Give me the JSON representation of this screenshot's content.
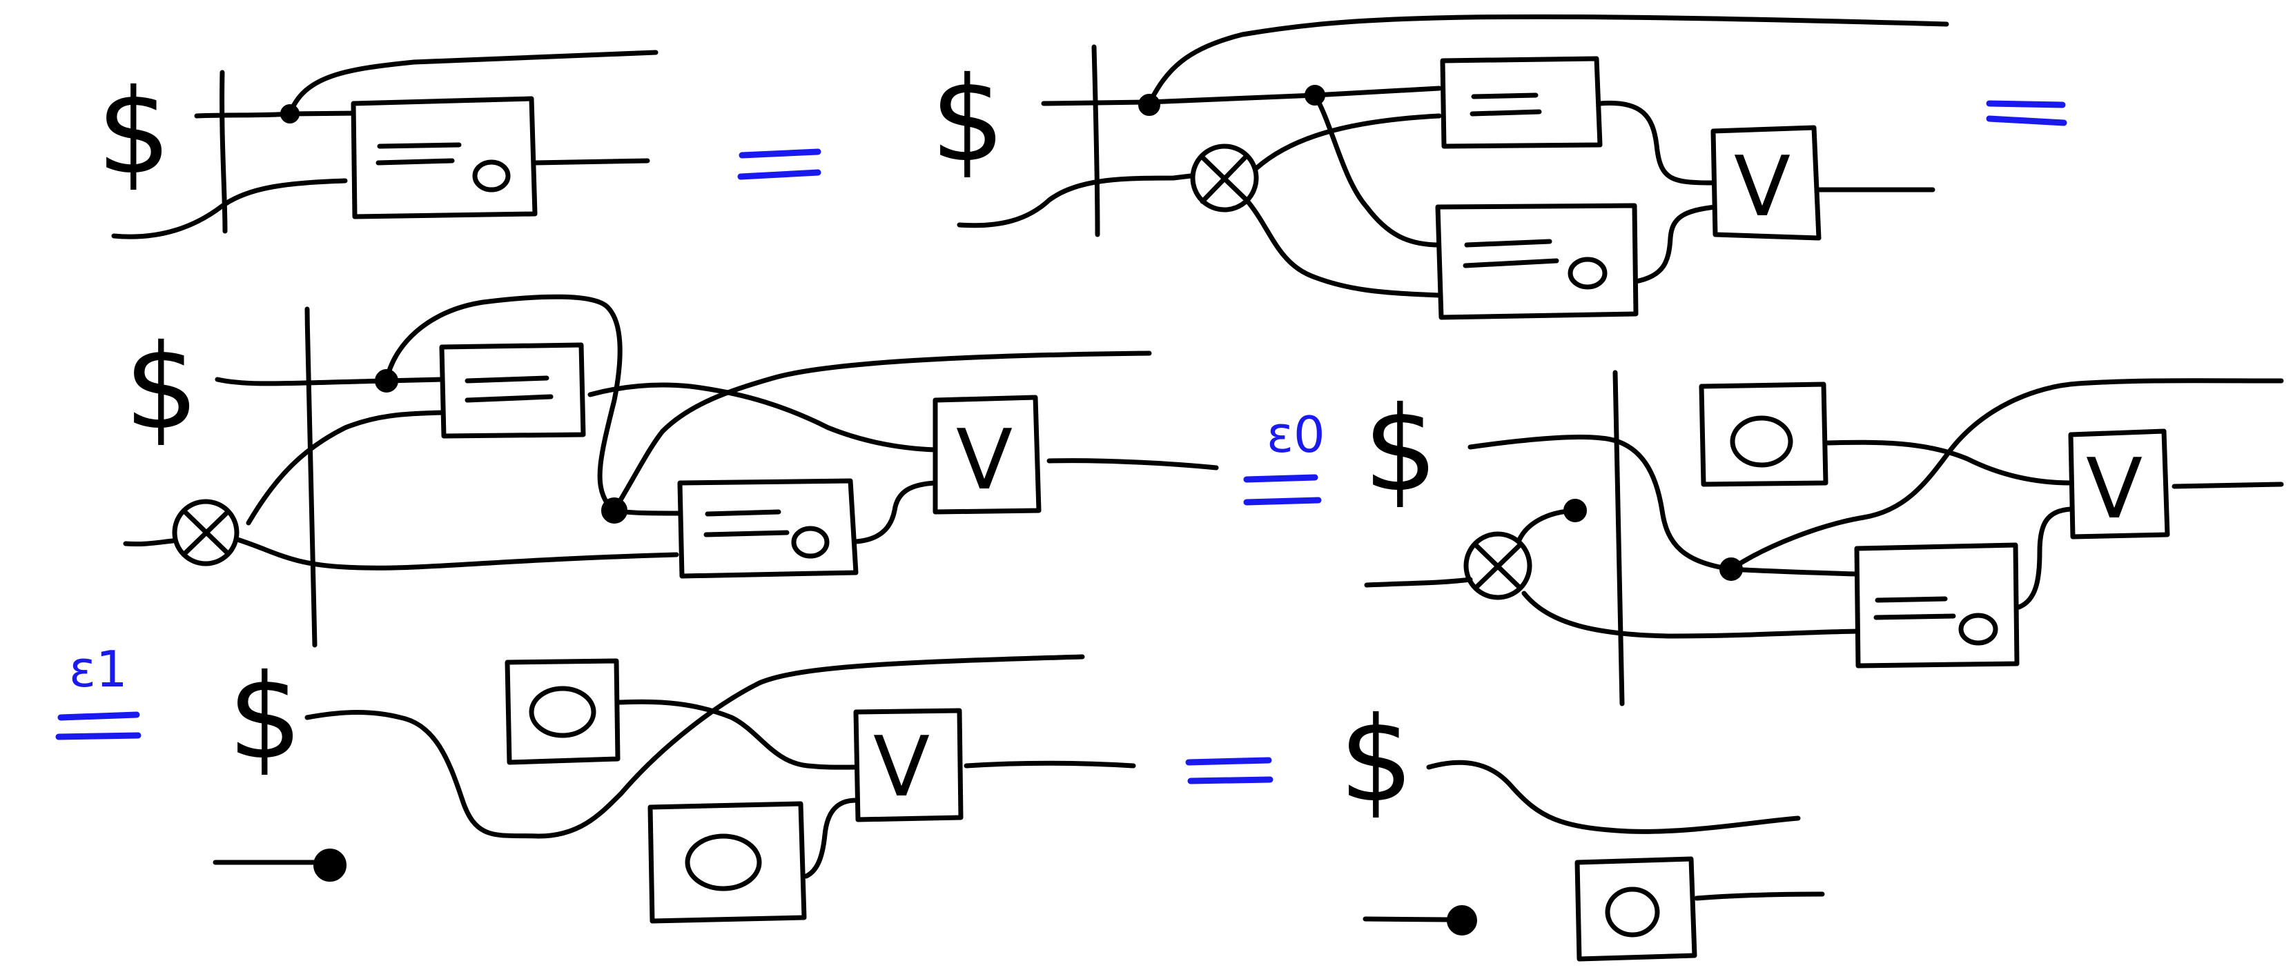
{
  "diagram": {
    "symbols": {
      "dollar": "$",
      "verify": "V",
      "xor": "xor-gate",
      "copy": "copy-node",
      "discard": "discard-node"
    },
    "colors": {
      "ink": "#000000",
      "equals": "#1a1aee"
    },
    "steps": [
      {
        "id": "lhs",
        "label": ""
      },
      {
        "id": "step1",
        "label": ""
      },
      {
        "id": "step2",
        "label": ""
      },
      {
        "id": "step3",
        "label": "ε0"
      },
      {
        "id": "step4",
        "label": "ε1"
      },
      {
        "id": "rhs",
        "label": ""
      }
    ],
    "equals_labels": {
      "eq1": "",
      "eq2": "",
      "eq3": "ε0",
      "eq4": "ε1",
      "eq5": ""
    }
  }
}
